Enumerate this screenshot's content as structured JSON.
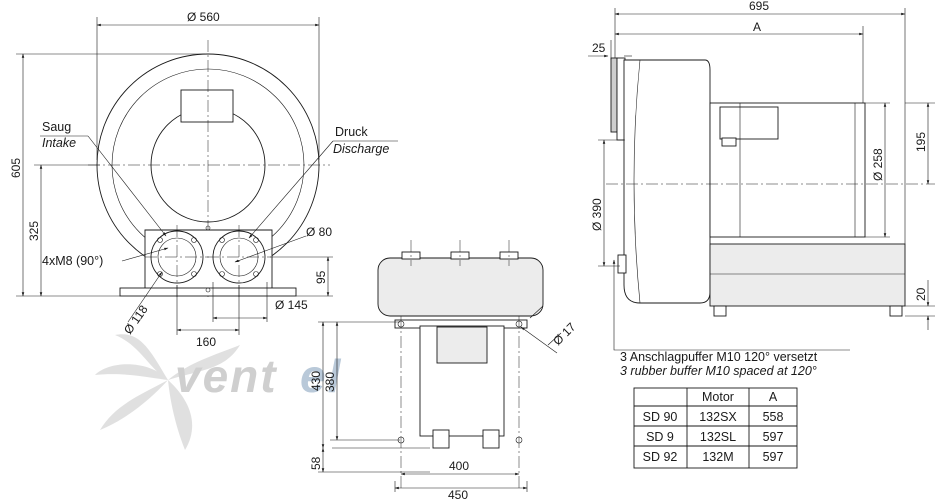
{
  "front_view": {
    "dim_width": "Ø 560",
    "dim_height": "605",
    "dim_center_height": "325",
    "dim_flange_height": "95",
    "dim_port_spacing": "160",
    "dim_base_width": "Ø 145",
    "dim_port_diameter": "Ø 80",
    "dim_bolt_circle": "Ø 118",
    "thread_label": "4xM8 (90°)",
    "inlet_label_de": "Saug",
    "inlet_label_en": "Intake",
    "outlet_label_de": "Druck",
    "outlet_label_en": "Discharge"
  },
  "bottom_view": {
    "dim_height_total": "430",
    "dim_height_inner": "380",
    "dim_foot": "58",
    "dim_width_inner": "400",
    "dim_width_total": "450",
    "dim_hole": "Ø 17"
  },
  "side_view": {
    "dim_total_length": "695",
    "dim_length_a": "A",
    "dim_offset": "25",
    "dim_motor_diameter": "Ø 258",
    "dim_housing_diameter": "Ø 390",
    "dim_top": "195",
    "dim_base": "20"
  },
  "note": {
    "line_de": "3 Anschlagpuffer M10 120° versetzt",
    "line_en": "3 rubber buffer M10 spaced at 120°"
  },
  "table": {
    "headers": [
      "",
      "Motor",
      "A"
    ],
    "rows": [
      [
        "SD 90",
        "132SX",
        "558"
      ],
      [
        "SD 9",
        "132SL",
        "597"
      ],
      [
        "SD 92",
        "132M",
        "597"
      ]
    ]
  },
  "watermark": {
    "text_a": "vent",
    "text_b": "el"
  }
}
